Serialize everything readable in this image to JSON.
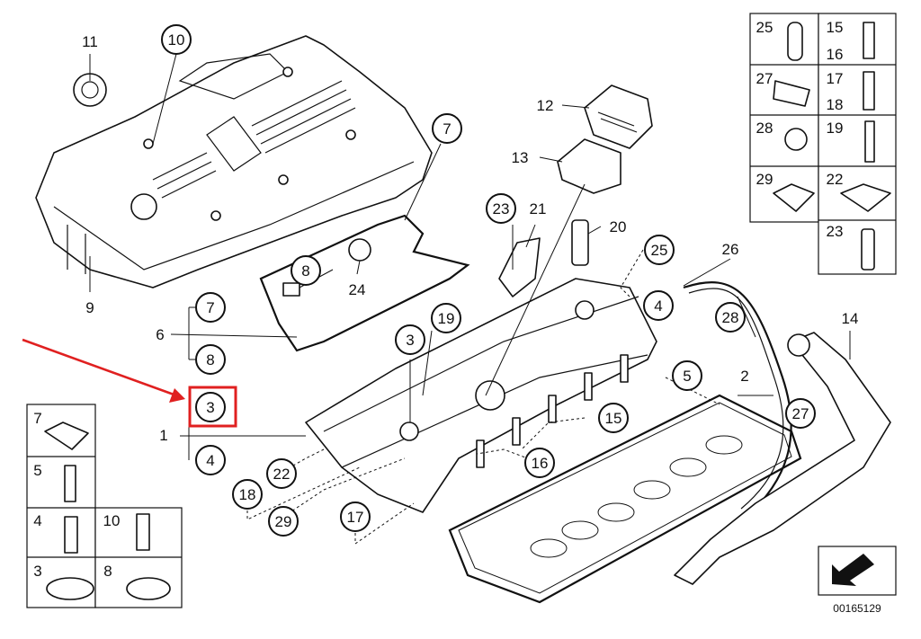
{
  "diagram": {
    "reference_number": "00165129",
    "callouts": {
      "c1": "1",
      "c2": "2",
      "c3": "3",
      "c4": "4",
      "c5": "5",
      "c6": "6",
      "c7": "7",
      "c8": "8",
      "c9": "9",
      "c10": "10",
      "c11": "11",
      "c12": "12",
      "c13": "13",
      "c14": "14",
      "c15": "15",
      "c16": "16",
      "c17": "17",
      "c18": "18",
      "c19": "19",
      "c20": "20",
      "c21": "21",
      "c22": "22",
      "c23": "23",
      "c24": "24",
      "c25": "25",
      "c26": "26",
      "c27": "27",
      "c28": "28",
      "c29": "29"
    },
    "highlight_color": "#e02020",
    "line_color": "#111111"
  }
}
